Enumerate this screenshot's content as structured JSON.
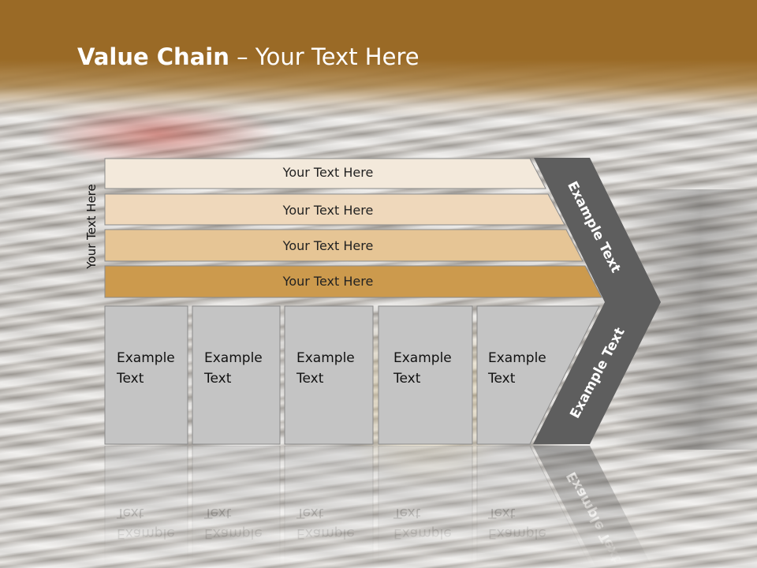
{
  "title": {
    "bold": "Value Chain",
    "rest": " – Your Text Here"
  },
  "side_label": "Your Text Here",
  "bars": [
    {
      "label": "Your Text Here",
      "color": "#f3e9db"
    },
    {
      "label": "Your Text Here",
      "color": "#efd8bb"
    },
    {
      "label": "Your Text Here",
      "color": "#e6c595"
    },
    {
      "label": "Your Text Here",
      "color": "#cc9a4d"
    }
  ],
  "columns": [
    {
      "line1": "Example",
      "line2": "Text"
    },
    {
      "line1": "Example",
      "line2": "Text"
    },
    {
      "line1": "Example",
      "line2": "Text"
    },
    {
      "line1": "Example",
      "line2": "Text"
    },
    {
      "line1": "Example",
      "line2": "Text"
    }
  ],
  "chevron": {
    "top": "Example Text",
    "bottom": "Example Text",
    "color": "#5e5e5e"
  },
  "colors": {
    "header": "#9a6a26",
    "column_fill": "#c4c4c4"
  }
}
